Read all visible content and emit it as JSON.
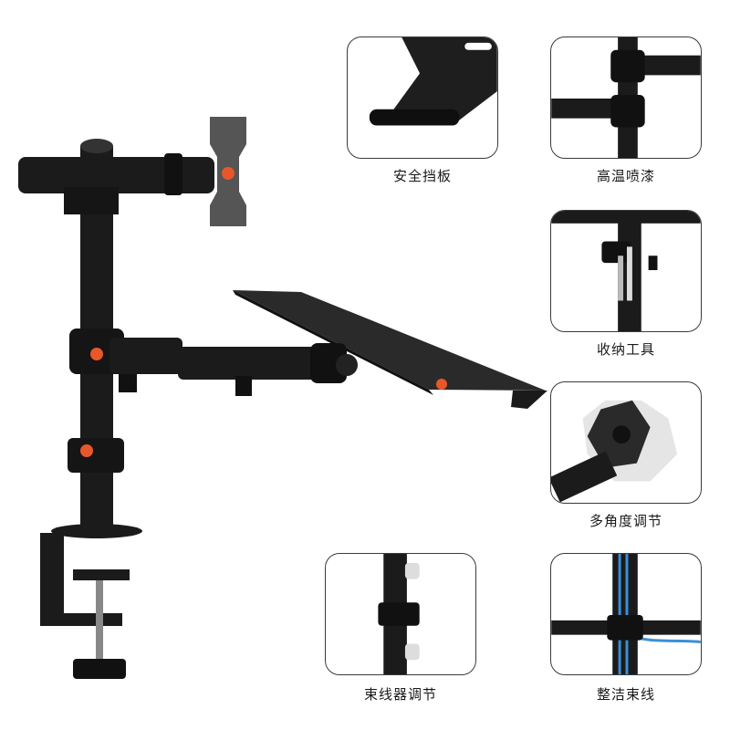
{
  "colors": {
    "metal": "#1b1b1b",
    "accent": "#e8572a",
    "card_border": "#3a3a3a",
    "background": "#ffffff"
  },
  "features": [
    {
      "id": "safety-baffle",
      "label": "安全挡板",
      "icon": "baffle-closeup"
    },
    {
      "id": "high-temp-paint",
      "label": "高温喷漆",
      "icon": "paint-closeup"
    },
    {
      "id": "storage-tool",
      "label": "收纳工具",
      "icon": "allen-key-closeup"
    },
    {
      "id": "multi-angle",
      "label": "多角度调节",
      "icon": "vesa-rotation-closeup"
    },
    {
      "id": "cable-clip",
      "label": "束线器调节",
      "icon": "cable-clip-closeup"
    },
    {
      "id": "neat-cabling",
      "label": "整洁束线",
      "icon": "cable-routing-closeup"
    }
  ]
}
